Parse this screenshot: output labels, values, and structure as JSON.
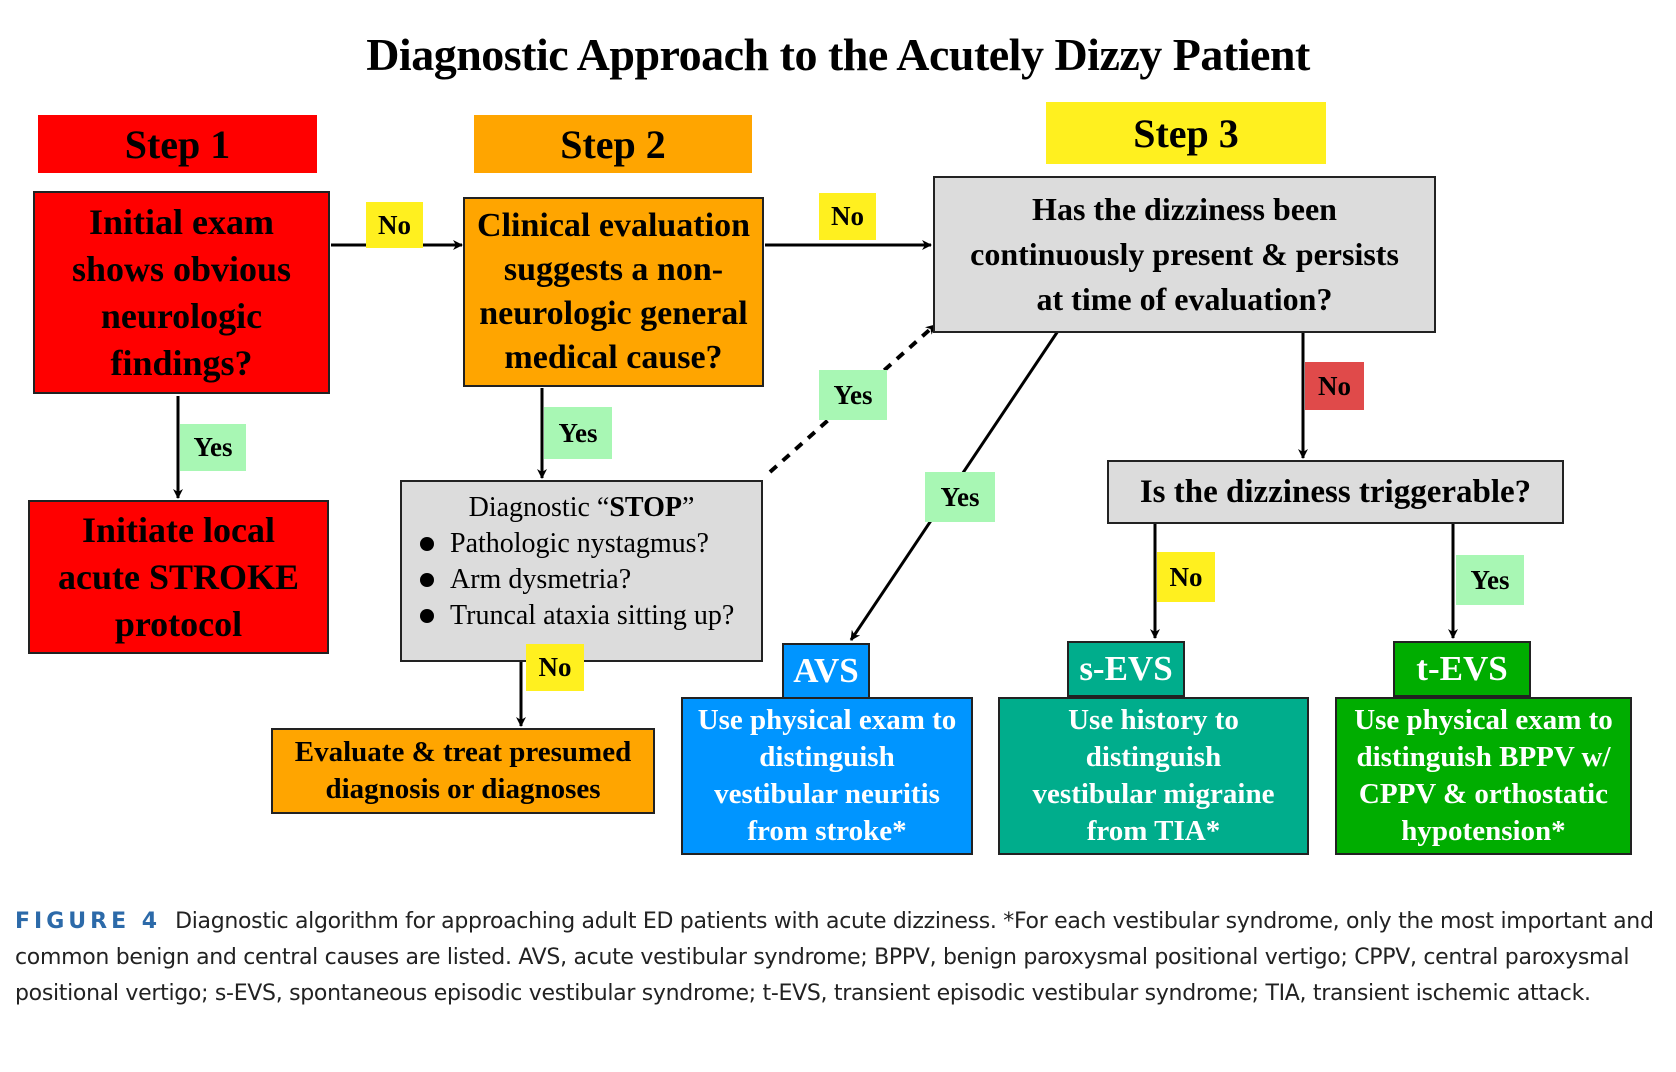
{
  "title": "Diagnostic Approach to the Acutely Dizzy Patient",
  "steps": {
    "step1": "Step 1",
    "step2": "Step 2",
    "step3": "Step 3"
  },
  "nodes": {
    "initial_exam": [
      "Initial exam",
      "shows obvious",
      "neurologic",
      "findings?"
    ],
    "stroke_protocol": [
      "Initiate local",
      "acute STROKE",
      "protocol"
    ],
    "clinical_eval": [
      "Clinical evaluation",
      "suggests a non-",
      "neurologic general",
      "medical cause?"
    ],
    "stop": {
      "prefix": "Diagnostic “",
      "bold": "STOP",
      "suffix": "”",
      "items": [
        "Pathologic nystagmus?",
        "Arm dysmetria?",
        "Truncal ataxia sitting up?"
      ]
    },
    "evaluate_treat": [
      "Evaluate & treat presumed",
      "diagnosis or diagnoses"
    ],
    "continuous": [
      "Has the dizziness been",
      "continuously present & persists",
      "at time of evaluation?"
    ],
    "triggerable": "Is the dizziness triggerable?",
    "avs": {
      "header": "AVS",
      "body": [
        "Use physical exam to",
        "distinguish",
        "vestibular neuritis",
        "from stroke*"
      ]
    },
    "sevs": {
      "header": "s-EVS",
      "body": [
        "Use history to",
        "distinguish",
        "vestibular migraine",
        "from TIA*"
      ]
    },
    "tevs": {
      "header": "t-EVS",
      "body": [
        "Use physical exam to",
        "distinguish BPPV w/",
        "CPPV & orthostatic",
        "hypotension*"
      ]
    }
  },
  "edge_labels": {
    "step1_no": "No",
    "step1_yes": "Yes",
    "step2_no": "No",
    "step2_yes": "Yes",
    "stop_yes": "Yes",
    "stop_no": "No",
    "continuous_yes": "Yes",
    "continuous_no": "No",
    "trigger_no": "No",
    "trigger_yes": "Yes"
  },
  "colors": {
    "step1": "#ff0000",
    "step2": "#ffa500",
    "step3": "#fff01f",
    "question_gray": "#dcdcdc",
    "avs": "#0095ff",
    "sevs": "#00ad8c",
    "tevs": "#00ad00",
    "yes_label": "#a8f7b4",
    "no_label": "#fff01f",
    "no_label_red": "#e04a4a",
    "figure_label": "#2c6aa9"
  },
  "caption": {
    "label": "FIGURE 4",
    "text": "Diagnostic algorithm for approaching adult ED patients with acute dizziness. *For each vestibular syndrome, only the most important and common benign and central causes are listed. AVS, acute vestibular syndrome; BPPV, benign paroxysmal positional vertigo; CPPV, central paroxysmal positional vertigo; s-EVS, spontaneous episodic vestibular syndrome; t-EVS, transient episodic vestibular syndrome; TIA, transient ischemic attack."
  }
}
